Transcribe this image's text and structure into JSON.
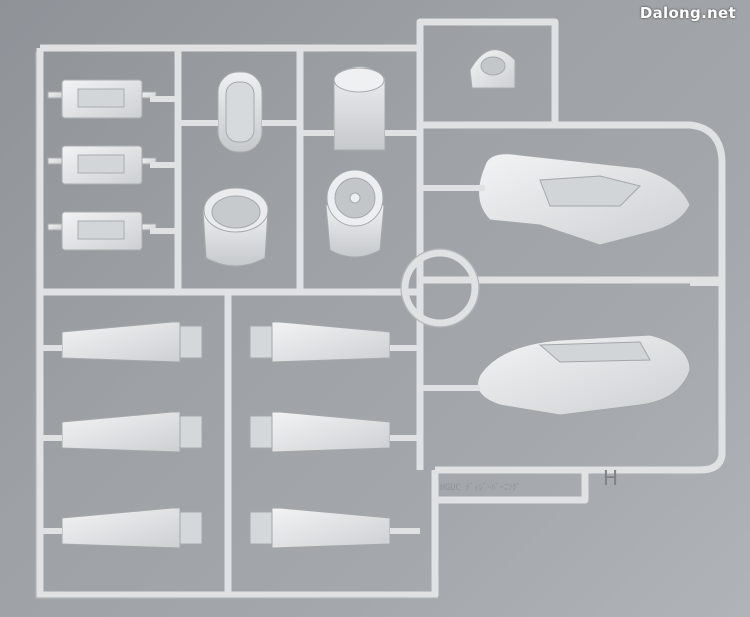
{
  "watermark": "Dalong.net",
  "sprue": {
    "letter": "H",
    "molded_text": "HGUC ﾃﾞｨｼﾞｰﾊﾞｰﾆﾝｸﾞ"
  },
  "colors": {
    "background": "#9ea2a6",
    "plastic": "#e4e6e7",
    "plastic_shadow": "#b9bdc0"
  }
}
